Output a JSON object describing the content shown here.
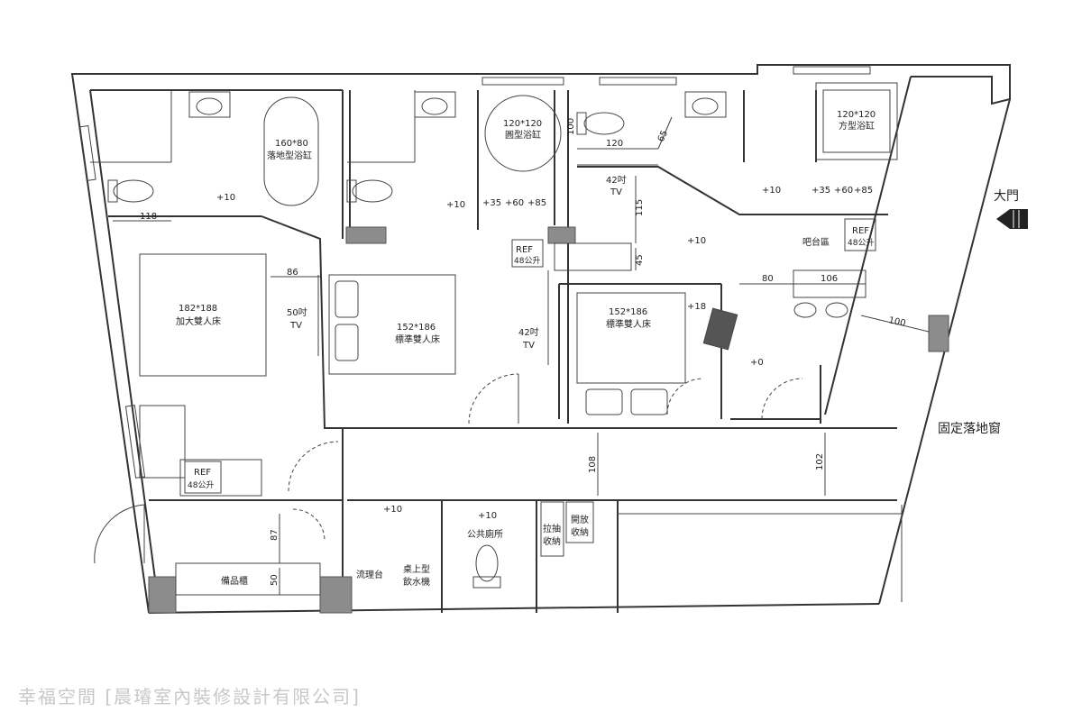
{
  "labels": {
    "bath1": "160*80",
    "bath1b": "落地型浴缸",
    "bath2": "120*120",
    "bath2b": "圓型浴缸",
    "bath3": "120*120",
    "bath3b": "方型浴缸",
    "bed1": "182*188",
    "bed1b": "加大雙人床",
    "bed2": "152*186",
    "bed2b": "標準雙人床",
    "bed3": "152*186",
    "bed3b": "標準雙人床",
    "tv1": "50吋",
    "tv1b": "TV",
    "tv2": "42吋",
    "tv2b": "TV",
    "tv3": "42吋",
    "tv3b": "TV",
    "ref1": "REF",
    "ref1b": "48公升",
    "ref2": "REF",
    "ref2b": "48公升",
    "ref3": "REF",
    "ref3b": "48公升",
    "lv1": "+10",
    "lv2": "+10",
    "lv3": "+10",
    "lv4": "+10",
    "lv5": "+10",
    "lv6": "+10",
    "lv7": "+18",
    "lv8": "+0",
    "step1": "+35",
    "step2": "+60",
    "step3": "+85",
    "step4": "+35",
    "step5": "+60",
    "step6": "+85",
    "bar": "吧台區",
    "door_main": "大門",
    "window": "固定落地窗",
    "storage": "備品櫃",
    "sink": "流理台",
    "water1": "桌上型",
    "water2": "飲水機",
    "toilet": "公共廁所",
    "pull1": "拉抽",
    "pull2": "收納",
    "open1": "開放",
    "open2": "收納",
    "dim118": "118",
    "dim86": "86",
    "dim100a": "100",
    "dim120": "120",
    "dim65": "65",
    "dim115": "115",
    "dim45": "45",
    "dim80": "80",
    "dim106": "106",
    "dim100b": "100",
    "dim108": "108",
    "dim102": "102",
    "dim87": "87",
    "dim50": "50",
    "watermark": "幸福空間 [晨璿室內裝修設計有限公司]"
  },
  "colors": {
    "wall": "#333333",
    "column": "#8c8c8c",
    "watermark": "#c8c8c8"
  }
}
